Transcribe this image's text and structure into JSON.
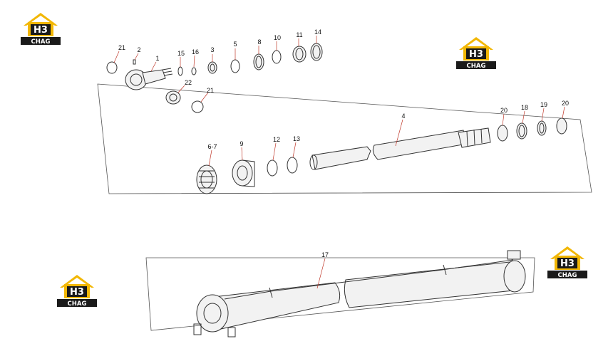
{
  "brand": {
    "logo_letters": "H3",
    "logo_word": "CHAG",
    "colors": {
      "roof": "#f2b705",
      "box": "#1a1a1a",
      "text": "#ffffff"
    }
  },
  "callouts": [
    {
      "id": "c21a",
      "label": "21"
    },
    {
      "id": "c2",
      "label": "2"
    },
    {
      "id": "c1",
      "label": "1"
    },
    {
      "id": "c15",
      "label": "15"
    },
    {
      "id": "c16",
      "label": "16"
    },
    {
      "id": "c3",
      "label": "3"
    },
    {
      "id": "c5",
      "label": "5"
    },
    {
      "id": "c8",
      "label": "8"
    },
    {
      "id": "c10",
      "label": "10"
    },
    {
      "id": "c11",
      "label": "11"
    },
    {
      "id": "c14",
      "label": "14"
    },
    {
      "id": "c22",
      "label": "22"
    },
    {
      "id": "c21b",
      "label": "21"
    },
    {
      "id": "c4",
      "label": "4"
    },
    {
      "id": "c20a",
      "label": "20"
    },
    {
      "id": "c18",
      "label": "18"
    },
    {
      "id": "c19",
      "label": "19"
    },
    {
      "id": "c20b",
      "label": "20"
    },
    {
      "id": "c67",
      "label": "6-7"
    },
    {
      "id": "c9",
      "label": "9"
    },
    {
      "id": "c12",
      "label": "12"
    },
    {
      "id": "c13",
      "label": "13"
    },
    {
      "id": "c17",
      "label": "17"
    }
  ]
}
